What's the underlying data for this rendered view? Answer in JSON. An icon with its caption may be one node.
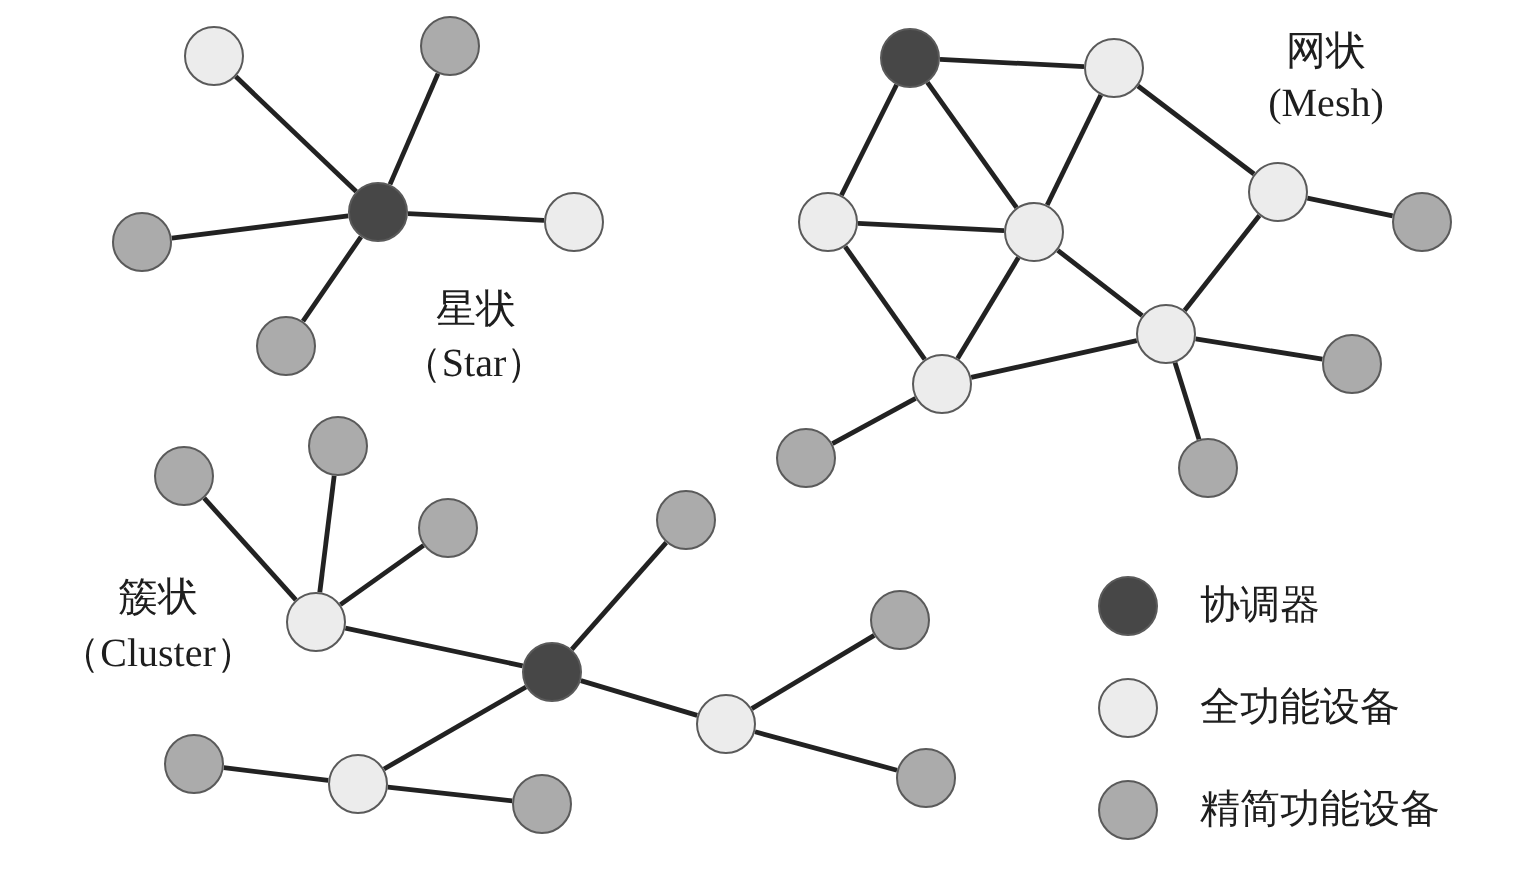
{
  "diagram": {
    "nodes": [
      {
        "text": [],
        "shape": "circle"
      },
      {
        "text": [],
        "shape": "circle"
      },
      {
        "text": [],
        "shape": "circle"
      },
      {
        "text": [],
        "shape": "circle"
      },
      {
        "text": [],
        "shape": "circle"
      },
      {
        "text": [],
        "shape": "circle"
      },
      {
        "text": [],
        "shape": "circle"
      },
      {
        "text": [],
        "shape": "circle"
      },
      {
        "text": [],
        "shape": "circle"
      },
      {
        "text": [],
        "shape": "circle"
      },
      {
        "text": [],
        "shape": "circle"
      },
      {
        "text": [],
        "shape": "circle"
      },
      {
        "text": [],
        "shape": "circle"
      },
      {
        "text": [],
        "shape": "circle"
      },
      {
        "text": [],
        "shape": "circle"
      },
      {
        "text": [],
        "shape": "circle"
      },
      {
        "text": [],
        "shape": "circle"
      },
      {
        "text": [],
        "shape": "circle"
      },
      {
        "text": [],
        "shape": "circle"
      },
      {
        "text": [],
        "shape": "circle"
      },
      {
        "text": [],
        "shape": "circle"
      },
      {
        "text": [],
        "shape": "circle"
      },
      {
        "text": [],
        "shape": "circle"
      },
      {
        "text": [],
        "shape": "circle"
      },
      {
        "text": [],
        "shape": "circle"
      },
      {
        "text": [],
        "shape": "circle"
      },
      {
        "text": [],
        "shape": "circle"
      },
      {
        "text": [],
        "shape": "circle"
      },
      {
        "text": [],
        "shape": "circle"
      }
    ],
    "edges": [
      {
        "from": 3,
        "to": 0,
        "arrow": "none"
      },
      {
        "from": 3,
        "to": 1,
        "arrow": "none"
      },
      {
        "from": 3,
        "to": 2,
        "arrow": "none"
      },
      {
        "from": 3,
        "to": 4,
        "arrow": "none"
      },
      {
        "from": 3,
        "to": 5,
        "arrow": "none"
      },
      {
        "from": 6,
        "to": 7,
        "arrow": "none"
      },
      {
        "from": 6,
        "to": 8,
        "arrow": "none"
      },
      {
        "from": 6,
        "to": 9,
        "arrow": "none"
      },
      {
        "from": 8,
        "to": 9,
        "arrow": "none"
      },
      {
        "from": 8,
        "to": 12,
        "arrow": "none"
      },
      {
        "from": 9,
        "to": 12,
        "arrow": "none"
      },
      {
        "from": 9,
        "to": 7,
        "arrow": "none"
      },
      {
        "from": 9,
        "to": 13,
        "arrow": "none"
      },
      {
        "from": 7,
        "to": 10,
        "arrow": "none"
      },
      {
        "from": 10,
        "to": 13,
        "arrow": "none"
      },
      {
        "from": 10,
        "to": 11,
        "arrow": "none"
      },
      {
        "from": 13,
        "to": 12,
        "arrow": "none"
      },
      {
        "from": 13,
        "to": 14,
        "arrow": "none"
      },
      {
        "from": 13,
        "to": 16,
        "arrow": "none"
      },
      {
        "from": 12,
        "to": 15,
        "arrow": "none"
      },
      {
        "from": 21,
        "to": 17,
        "arrow": "none"
      },
      {
        "from": 21,
        "to": 18,
        "arrow": "none"
      },
      {
        "from": 21,
        "to": 19,
        "arrow": "none"
      },
      {
        "from": 21,
        "to": 22,
        "arrow": "none"
      },
      {
        "from": 22,
        "to": 20,
        "arrow": "none"
      },
      {
        "from": 22,
        "to": 27,
        "arrow": "none"
      },
      {
        "from": 22,
        "to": 25,
        "arrow": "none"
      },
      {
        "from": 27,
        "to": 23,
        "arrow": "none"
      },
      {
        "from": 27,
        "to": 28,
        "arrow": "none"
      },
      {
        "from": 25,
        "to": 24,
        "arrow": "none"
      },
      {
        "from": 25,
        "to": 26,
        "arrow": "none"
      }
    ],
    "labels": [
      "网状",
      "(Mesh)",
      "星状",
      "（Star）",
      "簇状",
      "（Cluster）"
    ],
    "legend": [
      {
        "text": "协调器",
        "color": "#474747"
      },
      {
        "text": "全功能设备",
        "color": "#ececec"
      },
      {
        "text": "精简功能设备",
        "color": "#ababab"
      }
    ]
  }
}
